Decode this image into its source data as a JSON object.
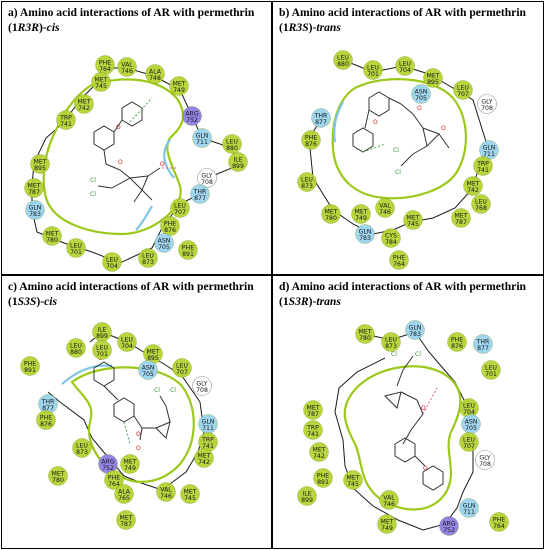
{
  "panels": [
    {
      "id": "a",
      "title_prefix": "a) Amino acid interactions of AR with permethrin (1",
      "title_config": "R3R",
      "title_suffix": ")-",
      "title_form": "cis",
      "residues": [
        {
          "l1": "PHE",
          "l2": "764",
          "type": "hyd"
        },
        {
          "l1": "VAL",
          "l2": "746",
          "type": "hyd"
        },
        {
          "l1": "ALA",
          "l2": "748",
          "type": "hyd"
        },
        {
          "l1": "MET",
          "l2": "749",
          "type": "hyd"
        },
        {
          "l1": "MET",
          "l2": "745",
          "type": "hyd"
        },
        {
          "l1": "MET",
          "l2": "742",
          "type": "hyd"
        },
        {
          "l1": "TRP",
          "l2": "741",
          "type": "hyd"
        },
        {
          "l1": "ARG",
          "l2": "752",
          "type": "pos"
        },
        {
          "l1": "GLN",
          "l2": "711",
          "type": "pol"
        },
        {
          "l1": "LEU",
          "l2": "880",
          "type": "hyd"
        },
        {
          "l1": "ILE",
          "l2": "899",
          "type": "hyd"
        },
        {
          "l1": "MET",
          "l2": "895",
          "type": "hyd"
        },
        {
          "l1": "MET",
          "l2": "787",
          "type": "hyd"
        },
        {
          "l1": "GLN",
          "l2": "783",
          "type": "pol"
        },
        {
          "l1": "GLY",
          "l2": "708",
          "type": "gly"
        },
        {
          "l1": "THR",
          "l2": "877",
          "type": "pol"
        },
        {
          "l1": "LEU",
          "l2": "707",
          "type": "hyd"
        },
        {
          "l1": "PHE",
          "l2": "876",
          "type": "hyd"
        },
        {
          "l1": "ASN",
          "l2": "705",
          "type": "pol"
        },
        {
          "l1": "MET",
          "l2": "780",
          "type": "hyd"
        },
        {
          "l1": "LEU",
          "l2": "701",
          "type": "hyd"
        },
        {
          "l1": "LEU",
          "l2": "704",
          "type": "hyd"
        },
        {
          "l1": "PHE",
          "l2": "891",
          "type": "hyd"
        },
        {
          "l1": "LEU",
          "l2": "873",
          "type": "hyd"
        }
      ],
      "atoms": [
        "O",
        "O",
        "O",
        "Cl",
        "Cl"
      ]
    },
    {
      "id": "b",
      "title_prefix": "b) Amino acid interactions of AR with permethrin (1",
      "title_config": "R3S",
      "title_suffix": ")-",
      "title_form": "trans",
      "residues": [
        {
          "l1": "LEU",
          "l2": "880",
          "type": "hyd"
        },
        {
          "l1": "LEU",
          "l2": "704",
          "type": "hyd"
        },
        {
          "l1": "MET",
          "l2": "895",
          "type": "hyd"
        },
        {
          "l1": "LEU",
          "l2": "701",
          "type": "hyd"
        },
        {
          "l1": "ASN",
          "l2": "705",
          "type": "pol"
        },
        {
          "l1": "LEU",
          "l2": "707",
          "type": "hyd"
        },
        {
          "l1": "GLY",
          "l2": "708",
          "type": "gly"
        },
        {
          "l1": "THR",
          "l2": "877",
          "type": "pol"
        },
        {
          "l1": "PHE",
          "l2": "876",
          "type": "hyd"
        },
        {
          "l1": "GLN",
          "l2": "711",
          "type": "pol"
        },
        {
          "l1": "TRP",
          "l2": "741",
          "type": "hyd"
        },
        {
          "l1": "MET",
          "l2": "742",
          "type": "hyd"
        },
        {
          "l1": "LEU",
          "l2": "768",
          "type": "hyd"
        },
        {
          "l1": "MET",
          "l2": "787",
          "type": "hyd"
        },
        {
          "l1": "LEU",
          "l2": "873",
          "type": "hyd"
        },
        {
          "l1": "MET",
          "l2": "780",
          "type": "hyd"
        },
        {
          "l1": "MET",
          "l2": "749",
          "type": "hyd"
        },
        {
          "l1": "VAL",
          "l2": "746",
          "type": "hyd"
        },
        {
          "l1": "MET",
          "l2": "745",
          "type": "hyd"
        },
        {
          "l1": "GLN",
          "l2": "783",
          "type": "pol"
        },
        {
          "l1": "CYS",
          "l2": "784",
          "type": "hyd"
        },
        {
          "l1": "PHE",
          "l2": "764",
          "type": "hyd"
        }
      ],
      "atoms": [
        "O",
        "O",
        "O",
        "Cl",
        "Cl"
      ]
    },
    {
      "id": "c",
      "title_prefix": "c) Amino acid interactions of AR with permethrin (1",
      "title_config": "S3S",
      "title_suffix": ")-",
      "title_form": "cis",
      "residues": [
        {
          "l1": "ILE",
          "l2": "899",
          "type": "hyd"
        },
        {
          "l1": "LEU",
          "l2": "880",
          "type": "hyd"
        },
        {
          "l1": "LEU",
          "l2": "701",
          "type": "hyd"
        },
        {
          "l1": "LEU",
          "l2": "704",
          "type": "hyd"
        },
        {
          "l1": "MET",
          "l2": "895",
          "type": "hyd"
        },
        {
          "l1": "PHE",
          "l2": "891",
          "type": "hyd"
        },
        {
          "l1": "ASN",
          "l2": "705",
          "type": "pol"
        },
        {
          "l1": "LEU",
          "l2": "707",
          "type": "hyd"
        },
        {
          "l1": "GLY",
          "l2": "708",
          "type": "gly"
        },
        {
          "l1": "THR",
          "l2": "877",
          "type": "pol"
        },
        {
          "l1": "PHE",
          "l2": "876",
          "type": "hyd"
        },
        {
          "l1": "GLN",
          "l2": "711",
          "type": "pol"
        },
        {
          "l1": "TRP",
          "l2": "741",
          "type": "hyd"
        },
        {
          "l1": "MET",
          "l2": "742",
          "type": "hyd"
        },
        {
          "l1": "LEU",
          "l2": "873",
          "type": "hyd"
        },
        {
          "l1": "ARG",
          "l2": "752",
          "type": "pos"
        },
        {
          "l1": "MET",
          "l2": "749",
          "type": "hyd"
        },
        {
          "l1": "PHE",
          "l2": "764",
          "type": "hyd"
        },
        {
          "l1": "ALA",
          "l2": "765",
          "type": "hyd"
        },
        {
          "l1": "MET",
          "l2": "780",
          "type": "hyd"
        },
        {
          "l1": "VAL",
          "l2": "746",
          "type": "hyd"
        },
        {
          "l1": "MET",
          "l2": "745",
          "type": "hyd"
        },
        {
          "l1": "MET",
          "l2": "787",
          "type": "hyd"
        }
      ],
      "atoms": [
        "O",
        "O",
        "O",
        "Cl",
        "Cl"
      ]
    },
    {
      "id": "d",
      "title_prefix": "d) Amino acid interactions of AR with permethrin (1",
      "title_config": "S3R",
      "title_suffix": ")-",
      "title_form": "trans",
      "residues": [
        {
          "l1": "GLN",
          "l2": "783",
          "type": "pol"
        },
        {
          "l1": "MET",
          "l2": "780",
          "type": "hyd"
        },
        {
          "l1": "PHE",
          "l2": "876",
          "type": "hyd"
        },
        {
          "l1": "LEU",
          "l2": "873",
          "type": "hyd"
        },
        {
          "l1": "THR",
          "l2": "877",
          "type": "pol"
        },
        {
          "l1": "MET",
          "l2": "787",
          "type": "hyd"
        },
        {
          "l1": "LEU",
          "l2": "701",
          "type": "hyd"
        },
        {
          "l1": "TRP",
          "l2": "741",
          "type": "hyd"
        },
        {
          "l1": "MET",
          "l2": "742",
          "type": "hyd"
        },
        {
          "l1": "LEU",
          "l2": "704",
          "type": "hyd"
        },
        {
          "l1": "ASN",
          "l2": "705",
          "type": "pol"
        },
        {
          "l1": "PHE",
          "l2": "891",
          "type": "hyd"
        },
        {
          "l1": "LEU",
          "l2": "707",
          "type": "hyd"
        },
        {
          "l1": "ILE",
          "l2": "899",
          "type": "hyd"
        },
        {
          "l1": "MET",
          "l2": "745",
          "type": "hyd"
        },
        {
          "l1": "GLY",
          "l2": "708",
          "type": "gly"
        },
        {
          "l1": "VAL",
          "l2": "746",
          "type": "hyd"
        },
        {
          "l1": "MET",
          "l2": "749",
          "type": "hyd"
        },
        {
          "l1": "GLN",
          "l2": "711",
          "type": "pol"
        },
        {
          "l1": "ARG",
          "l2": "752",
          "type": "pos"
        },
        {
          "l1": "PHE",
          "l2": "764",
          "type": "hyd"
        }
      ],
      "atoms": [
        "O",
        "O",
        "Cl",
        "Cl"
      ]
    }
  ],
  "colors": {
    "hyd": "#b5d334",
    "pol": "#9ad3ee",
    "pos": "#8d7fe3",
    "gly": "#ffffff",
    "pocket": "#9bc91a",
    "exposure": "#7fc6e6",
    "chain": "#1a1a1a",
    "hbond": "#e35aa6",
    "pipi": "#4ca64c",
    "halogen_cl": "#2f9a2f",
    "oxygen": "#d42020"
  }
}
